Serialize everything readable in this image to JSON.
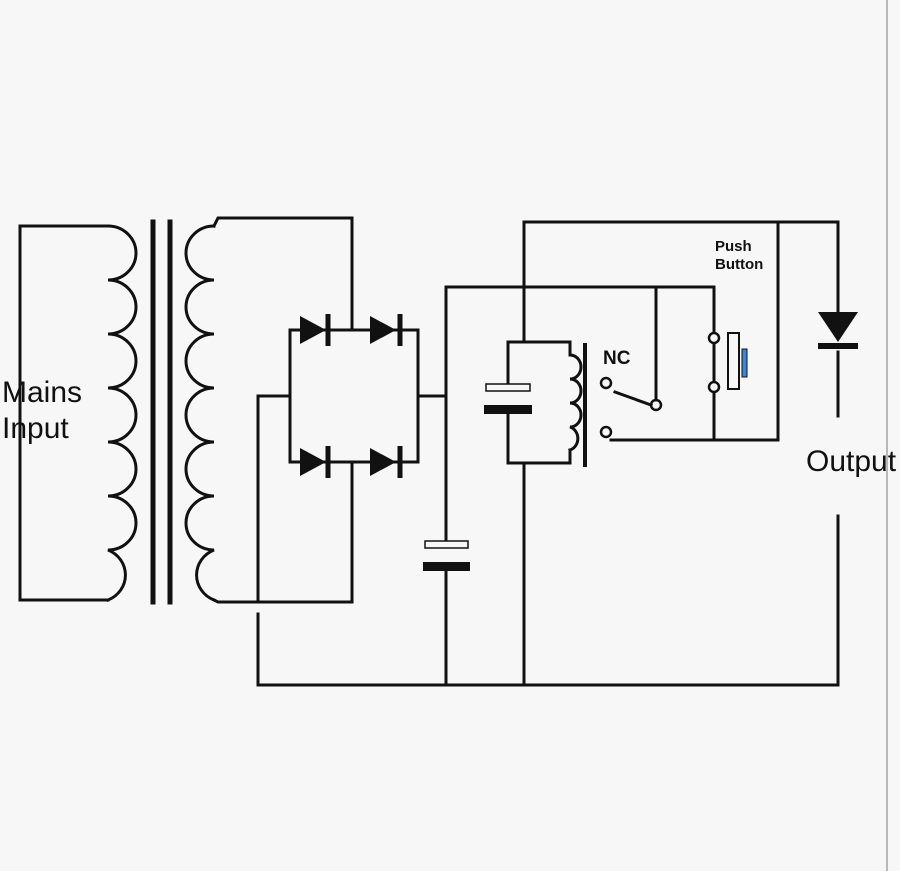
{
  "labels": {
    "mains_line1": "Mains",
    "mains_line2": "Input",
    "output": "Output",
    "push_line1": "Push",
    "push_line2": "Button",
    "nc": "NC"
  },
  "colors": {
    "wire": "#111111",
    "background": "#f7f7f7",
    "button_accent": "#3a86d9"
  }
}
